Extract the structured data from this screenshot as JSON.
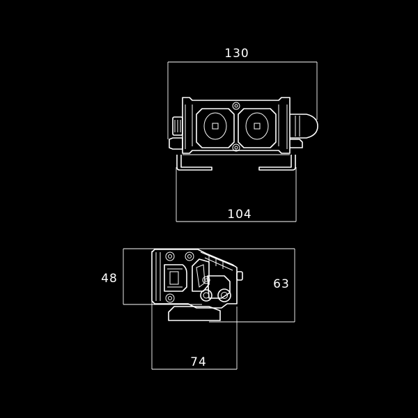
{
  "dimensions": {
    "front_width": "130",
    "bracket_width": "104",
    "body_height": "48",
    "overall_height": "63",
    "depth": "74"
  },
  "colors": {
    "background": "#000000",
    "line": "#ffffff"
  }
}
